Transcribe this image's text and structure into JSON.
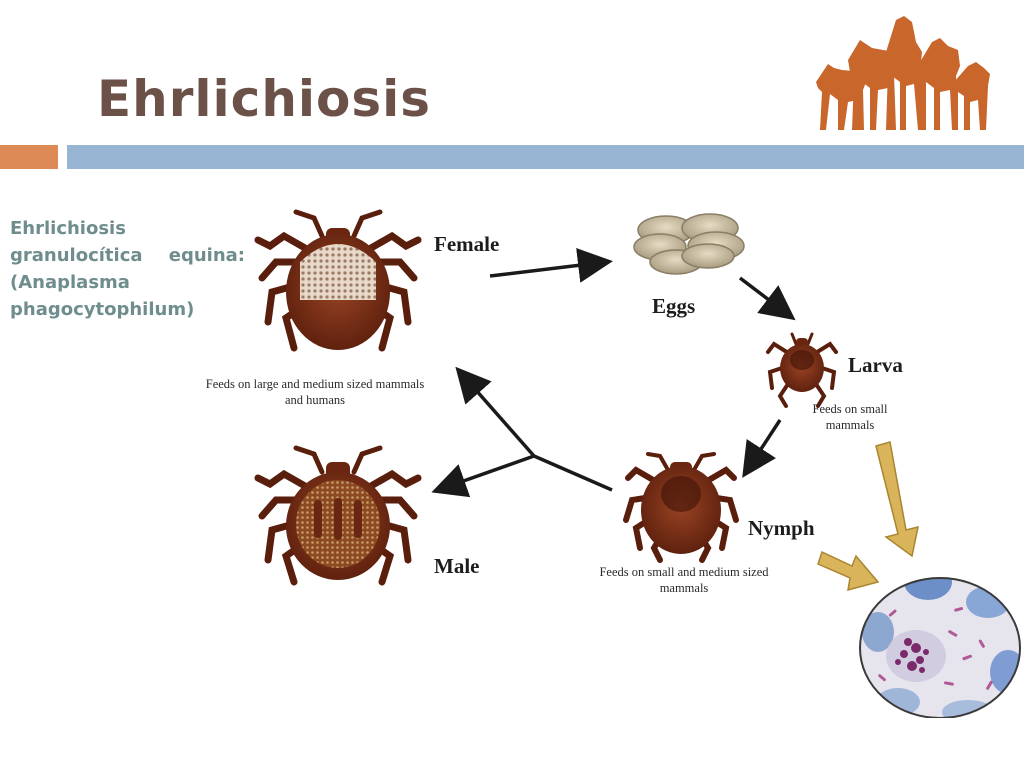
{
  "slide": {
    "title": "Ehrlichiosis",
    "subtitle": {
      "line1": "Ehrlichiosis",
      "line2": "granulocítica   equina:",
      "line3": "(Anaplasma",
      "line4": "phagocytophilum)"
    },
    "lifecycle": {
      "female": {
        "label": "Female",
        "caption_line1": "Feeds on large and medium sized mammals",
        "caption_line2": "and humans"
      },
      "eggs": {
        "label": "Eggs"
      },
      "larva": {
        "label": "Larva",
        "caption_line1": "Feeds on small",
        "caption_line2": "mammals"
      },
      "nymph": {
        "label": "Nymph",
        "caption_line1": "Feeds on small and medium sized",
        "caption_line2": "mammals"
      },
      "male": {
        "label": "Male"
      }
    },
    "colors": {
      "title": "#6b5148",
      "subtitle": "#6f8d8d",
      "accent_orange": "#dd8a57",
      "accent_blue": "#97b5d3",
      "tick_body": "#7a2c14",
      "logo_horses": "#c8662c",
      "highlight_arrow": "#d9b45a"
    },
    "icons": [
      "horses-logo",
      "tick-female",
      "tick-male",
      "tick-larva",
      "tick-nymph",
      "eggs-cluster",
      "microscope-image"
    ]
  }
}
